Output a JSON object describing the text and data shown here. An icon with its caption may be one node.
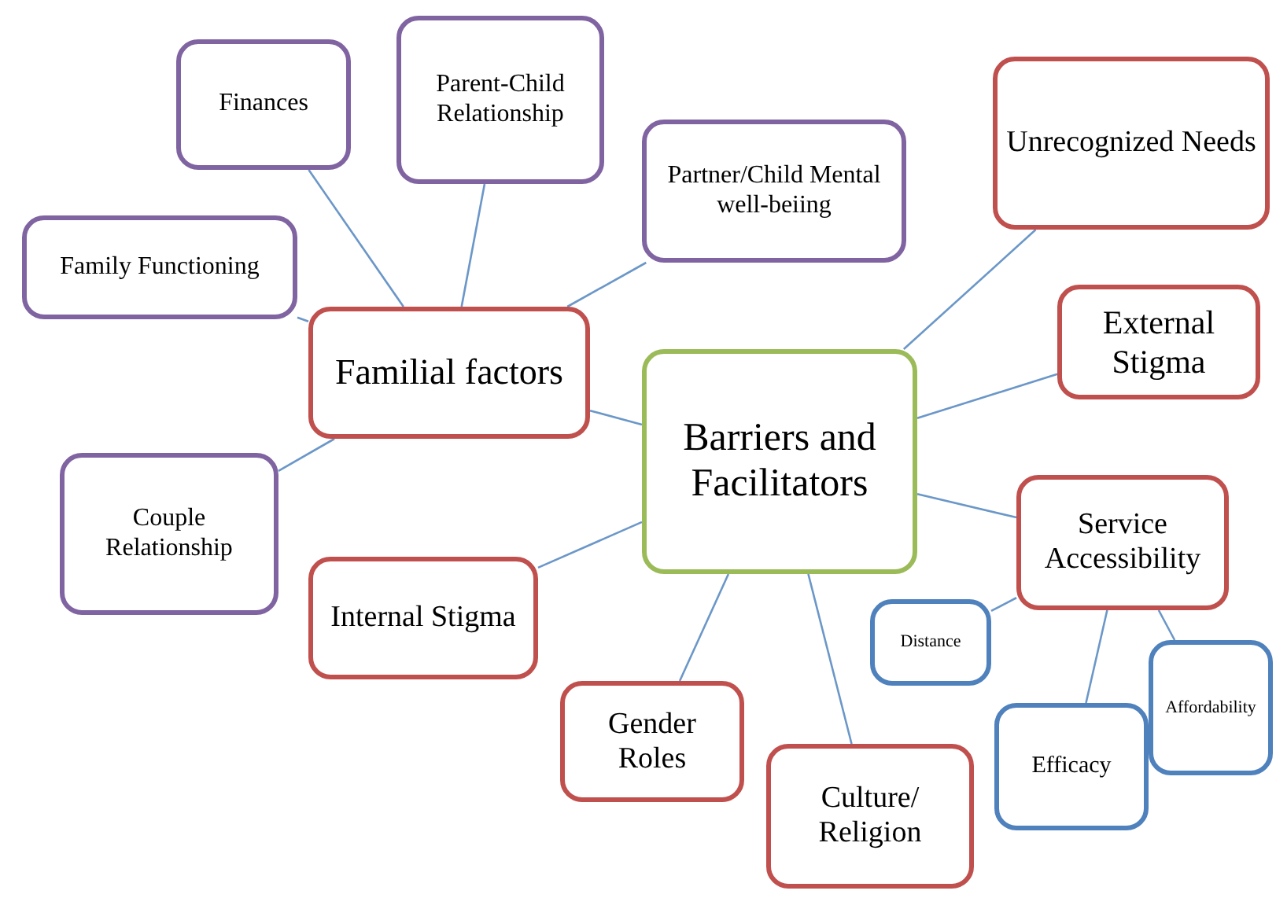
{
  "diagram": {
    "nodes": [
      {
        "text": [
          "Barriers and Facilitators"
        ]
      },
      {
        "text": [
          "Familial factors"
        ]
      },
      {
        "text": [
          "Finances"
        ]
      },
      {
        "text": [
          "Parent-Child Relationship"
        ]
      },
      {
        "text": [
          "Partner/Child Mental well-beiing"
        ]
      },
      {
        "text": [
          "Family Functioning"
        ]
      },
      {
        "text": [
          "Couple Relationship"
        ]
      },
      {
        "text": [
          "Internal Stigma"
        ]
      },
      {
        "text": [
          "Gender Roles"
        ]
      },
      {
        "text": [
          "Culture/ Religion"
        ]
      },
      {
        "text": [
          "Unrecognized Needs"
        ]
      },
      {
        "text": [
          "External Stigma"
        ]
      },
      {
        "text": [
          "Service Accessibility"
        ]
      },
      {
        "text": [
          "Distance"
        ]
      },
      {
        "text": [
          "Efficacy"
        ]
      },
      {
        "text": [
          "Affordability"
        ]
      }
    ],
    "edges": [
      {
        "from": 0,
        "to": 1,
        "arrow": "none"
      },
      {
        "from": 0,
        "to": 10,
        "arrow": "none"
      },
      {
        "from": 0,
        "to": 11,
        "arrow": "none"
      },
      {
        "from": 0,
        "to": 12,
        "arrow": "none"
      },
      {
        "from": 0,
        "to": 7,
        "arrow": "none"
      },
      {
        "from": 0,
        "to": 8,
        "arrow": "none"
      },
      {
        "from": 0,
        "to": 9,
        "arrow": "none"
      },
      {
        "from": 1,
        "to": 2,
        "arrow": "none"
      },
      {
        "from": 1,
        "to": 3,
        "arrow": "none"
      },
      {
        "from": 1,
        "to": 4,
        "arrow": "none"
      },
      {
        "from": 1,
        "to": 5,
        "arrow": "none"
      },
      {
        "from": 1,
        "to": 6,
        "arrow": "none"
      },
      {
        "from": 12,
        "to": 13,
        "arrow": "none"
      },
      {
        "from": 12,
        "to": 14,
        "arrow": "none"
      },
      {
        "from": 12,
        "to": 15,
        "arrow": "none"
      }
    ]
  }
}
